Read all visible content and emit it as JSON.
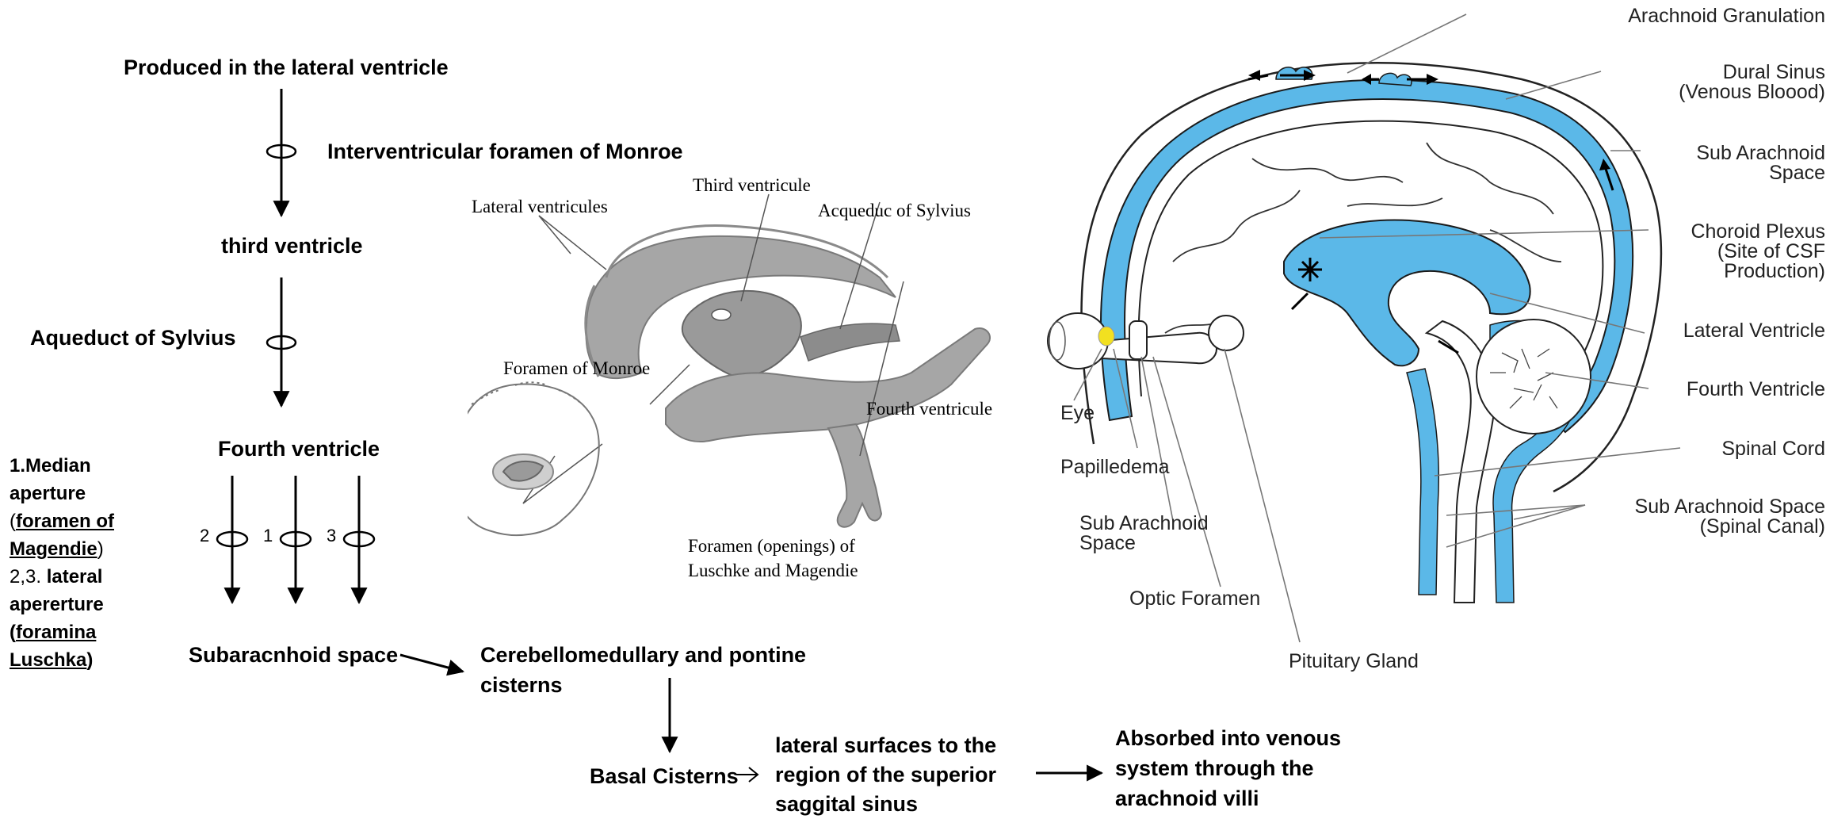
{
  "flowchart": {
    "produced": "Produced in the lateral ventricle",
    "monroe": "Interventricular foramen of Monroe",
    "third": "third ventricle",
    "aqueduct": "Aqueduct of Sylvius",
    "fourth": "Fourth ventricle",
    "num2": "2",
    "num1": "1",
    "num3": "3",
    "subarachnoid": "Subaracnhoid space",
    "cerebellomedullary_line1": "Cerebellomedullary and pontine",
    "cerebellomedullary_line2": "cisterns",
    "basal": "Basal Cisterns",
    "lateral_line1": "lateral surfaces to the",
    "lateral_line2": "region of the superior",
    "lateral_line3": "saggital sinus",
    "absorbed_line1": "Absorbed  into venous",
    "absorbed_line2": "system through the",
    "absorbed_line3": "arachnoid villi"
  },
  "apertures": {
    "median_1": "1.Median",
    "median_2": "aperture",
    "paren_open": "(",
    "foramen_of": "foramen of",
    "magendie": "Magendie",
    "paren_close": ")",
    "lateral_num": "2,3.",
    "lateral_word": "lateral",
    "apererture": "apererture",
    "foramina": "foramina",
    "luschka": "Luschka"
  },
  "ventricle_diagram": {
    "lateral_ventricules": "Lateral ventricules",
    "third_ventricule": "Third ventricule",
    "acqueduc": "Acqueduc of Sylvius",
    "foramen_monroe": "Foramen of Monroe",
    "fourth_ventricule": "Fourth  ventricule",
    "openings_line1": "Foramen (openings) of",
    "openings_line2": "Luschke and Magendie"
  },
  "csf_diagram": {
    "arachnoid_granulation": "Arachnoid Granulation",
    "dural_sinus": "Dural Sinus",
    "venous_blood": "(Venous Bloood)",
    "sub_arachnoid": "Sub Arachnoid",
    "space": "Space",
    "choroid_plexus": "Choroid Plexus",
    "site_of_csf": "(Site of CSF",
    "production": "Production)",
    "lateral_ventricle": "Lateral Ventricle",
    "fourth_ventricle": "Fourth Ventricle",
    "spinal_cord": "Spinal Cord",
    "sub_arachnoid_space": "Sub Arachnoid Space",
    "spinal_canal": "(Spinal Canal)",
    "eye": "Eye",
    "papilledema": "Papilledema",
    "sub_arachnoid_left": "Sub Arachnoid",
    "space_left": "Space",
    "optic_foramen": "Optic Foramen",
    "pituitary_gland": "Pituitary Gland"
  },
  "colors": {
    "csf_blue": "#5bb8e8",
    "yellow": "#f2e020",
    "gray": "#a6a6a6"
  }
}
